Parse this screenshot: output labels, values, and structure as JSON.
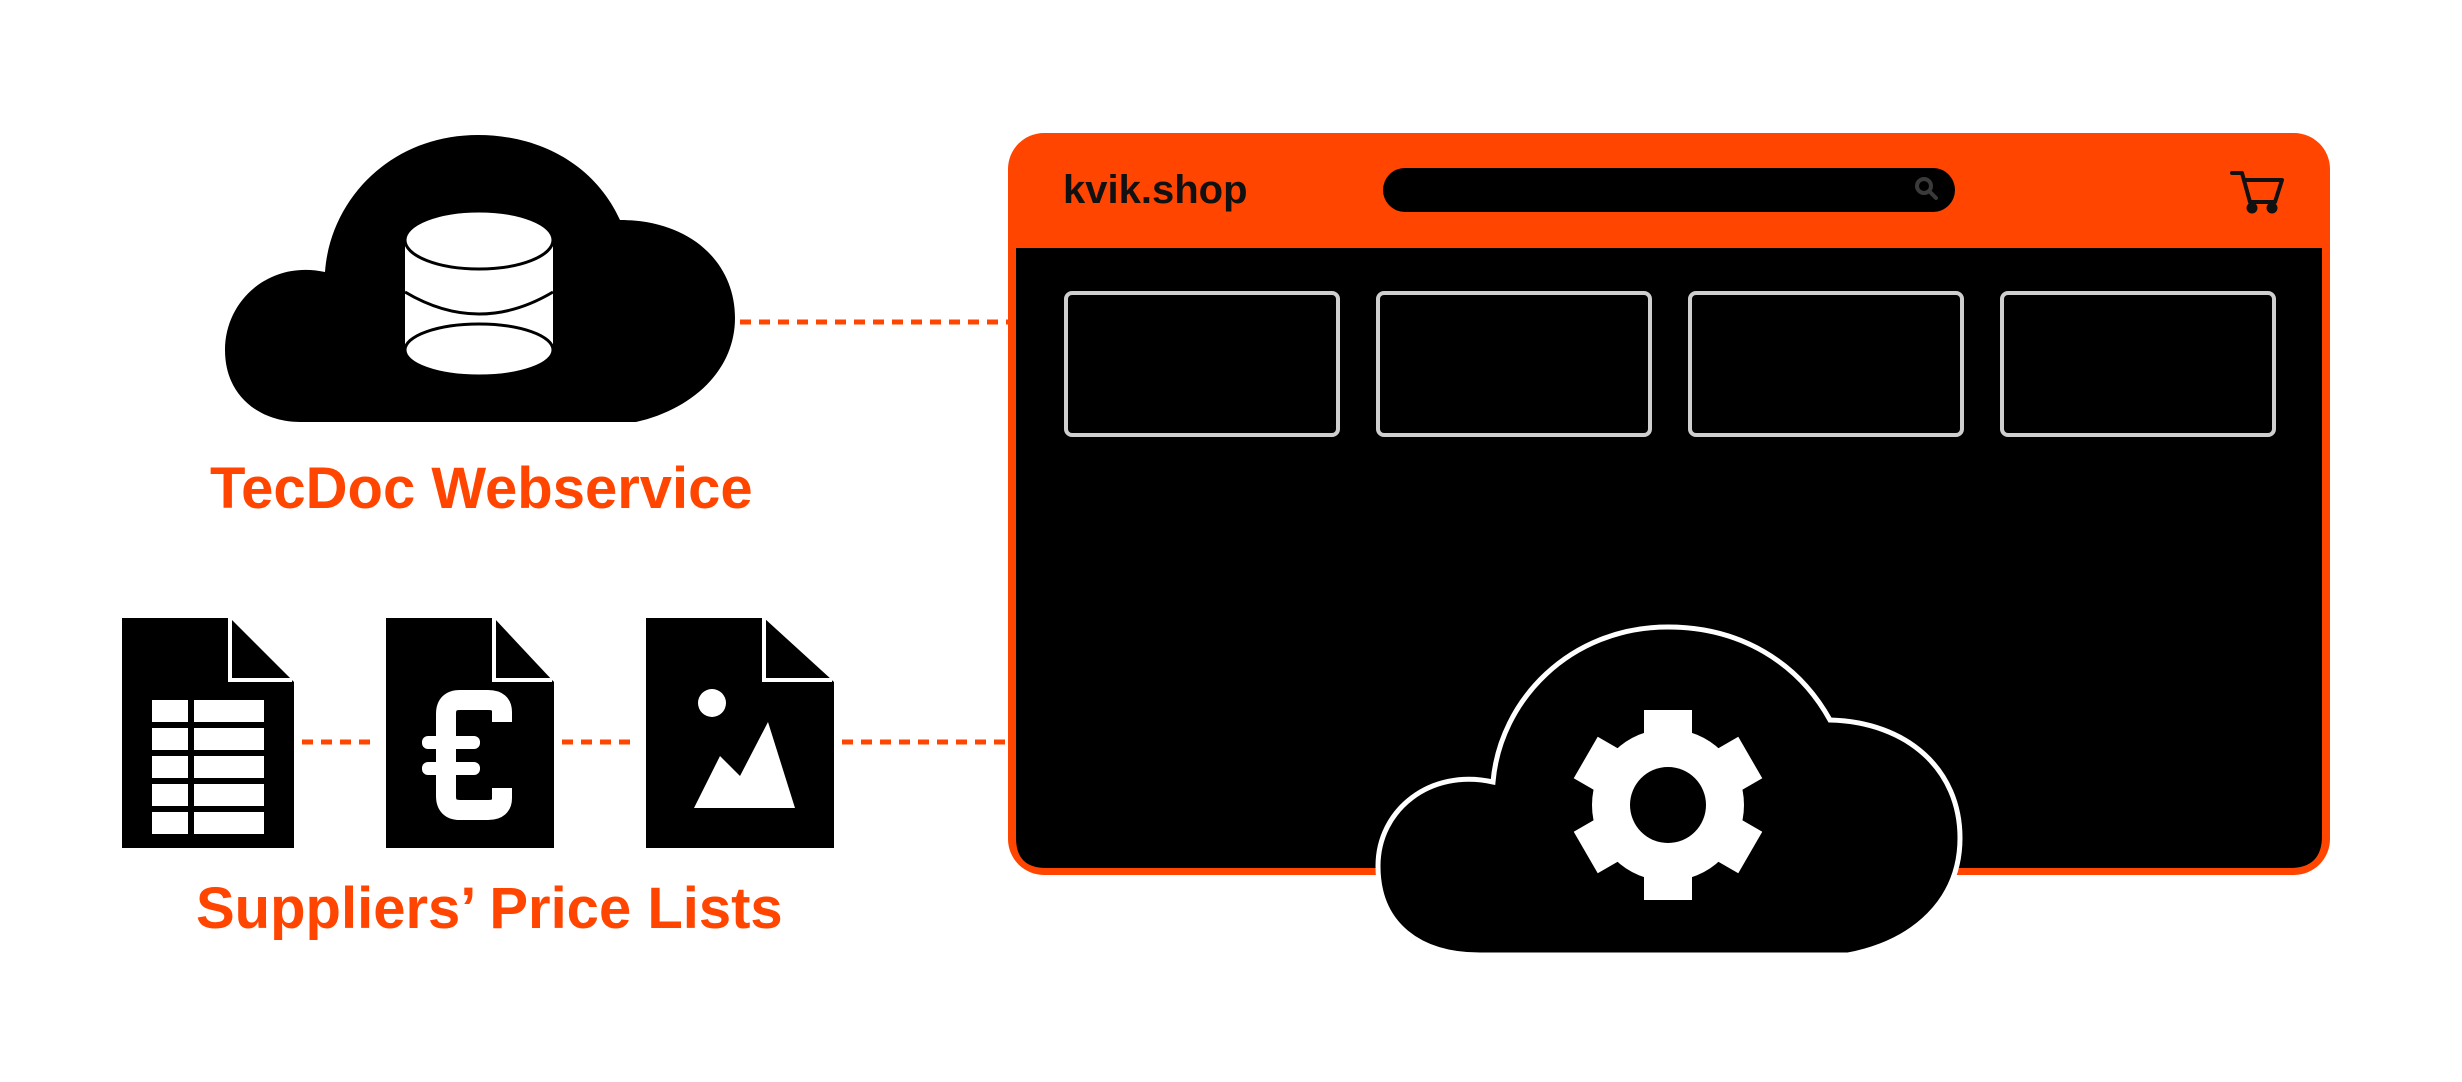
{
  "labels": {
    "tecdoc": "TecDoc Webservice",
    "suppliers": "Suppliers’ Price Lists"
  },
  "shop": {
    "name": "kvik.shop",
    "search_placeholder": ""
  },
  "icons": {
    "database_cloud": "cloud-database-icon",
    "spreadsheet": "spreadsheet-document-icon",
    "euro": "euro-document-icon",
    "image": "image-document-icon",
    "cart": "cart-icon",
    "search": "search-icon",
    "gear_cloud": "cloud-gear-icon"
  },
  "colors": {
    "accent": "#ff4500",
    "dark": "#000000",
    "light": "#ffffff",
    "card_border": "#cfcfcf"
  }
}
